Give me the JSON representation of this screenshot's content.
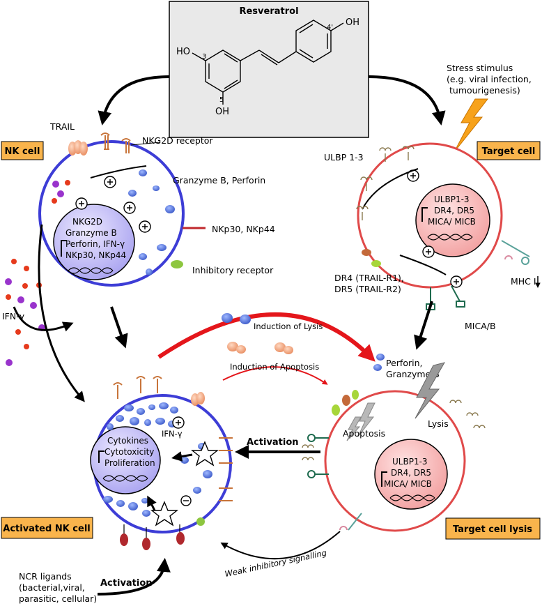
{
  "compound": {
    "name": "Resveratrol",
    "atoms": {
      "oh_top": "OH",
      "pos_4prime": "4'",
      "ho_left": "HO",
      "pos_3": "3",
      "pos_5": "5",
      "oh_bottom": "OH"
    }
  },
  "stress": {
    "line1": "Stress stimulus",
    "line2": "(e.g. viral infection,",
    "line3": "tumourigenesis)"
  },
  "nk_cell": {
    "title": "NK cell",
    "trail": "TRAIL",
    "nkg2d_receptor": "NKG2D receptor",
    "granzyme_perforin": "Granzyme B, Perforin",
    "nkp": "NKp30, NKp44",
    "inhibitory_receptor": "Inhibitory receptor",
    "nucleus": [
      "NKG2D",
      "Granzyme B",
      "Perforin, IFN-γ",
      "NKp30, NKp44"
    ]
  },
  "ifn_label": "IFN-γ",
  "target_cell": {
    "title": "Target cell",
    "ulbp": "ULBP 1-3",
    "nucleus": [
      "ULBP1-3",
      "DR4, DR5",
      "MICA/ MICB"
    ],
    "dr4": "DR4 (TRAIL-R1),",
    "dr5": "DR5 (TRAIL-R2)",
    "mhc": "MHC I",
    "mica_b": "MICA/B"
  },
  "middle": {
    "induction_lysis": "Induction of Lysis",
    "induction_apoptosis": "Induction of Apoptosis",
    "perforin": "Perforin,",
    "granzyme": "Granzyme B"
  },
  "activated_nk": {
    "title": "Activated NK cell",
    "nucleus": [
      "Cytokines",
      "Cytotoxicity",
      "Proliferation"
    ],
    "ifn": "IFN-γ"
  },
  "target_lysis": {
    "title": "Target cell lysis",
    "lysis": "Lysis",
    "apoptosis": "Apoptosis",
    "nucleus": [
      "ULBP1-3",
      "DR4, DR5",
      "MICA/ MICB"
    ]
  },
  "activation": "Activation",
  "weak_signalling": "Weak inhibitory signalling",
  "ncr": {
    "line1": "NCR ligands",
    "line2": "(bacterial,viral,",
    "line3": "parasitic, cellular)",
    "activation": "Activation"
  }
}
